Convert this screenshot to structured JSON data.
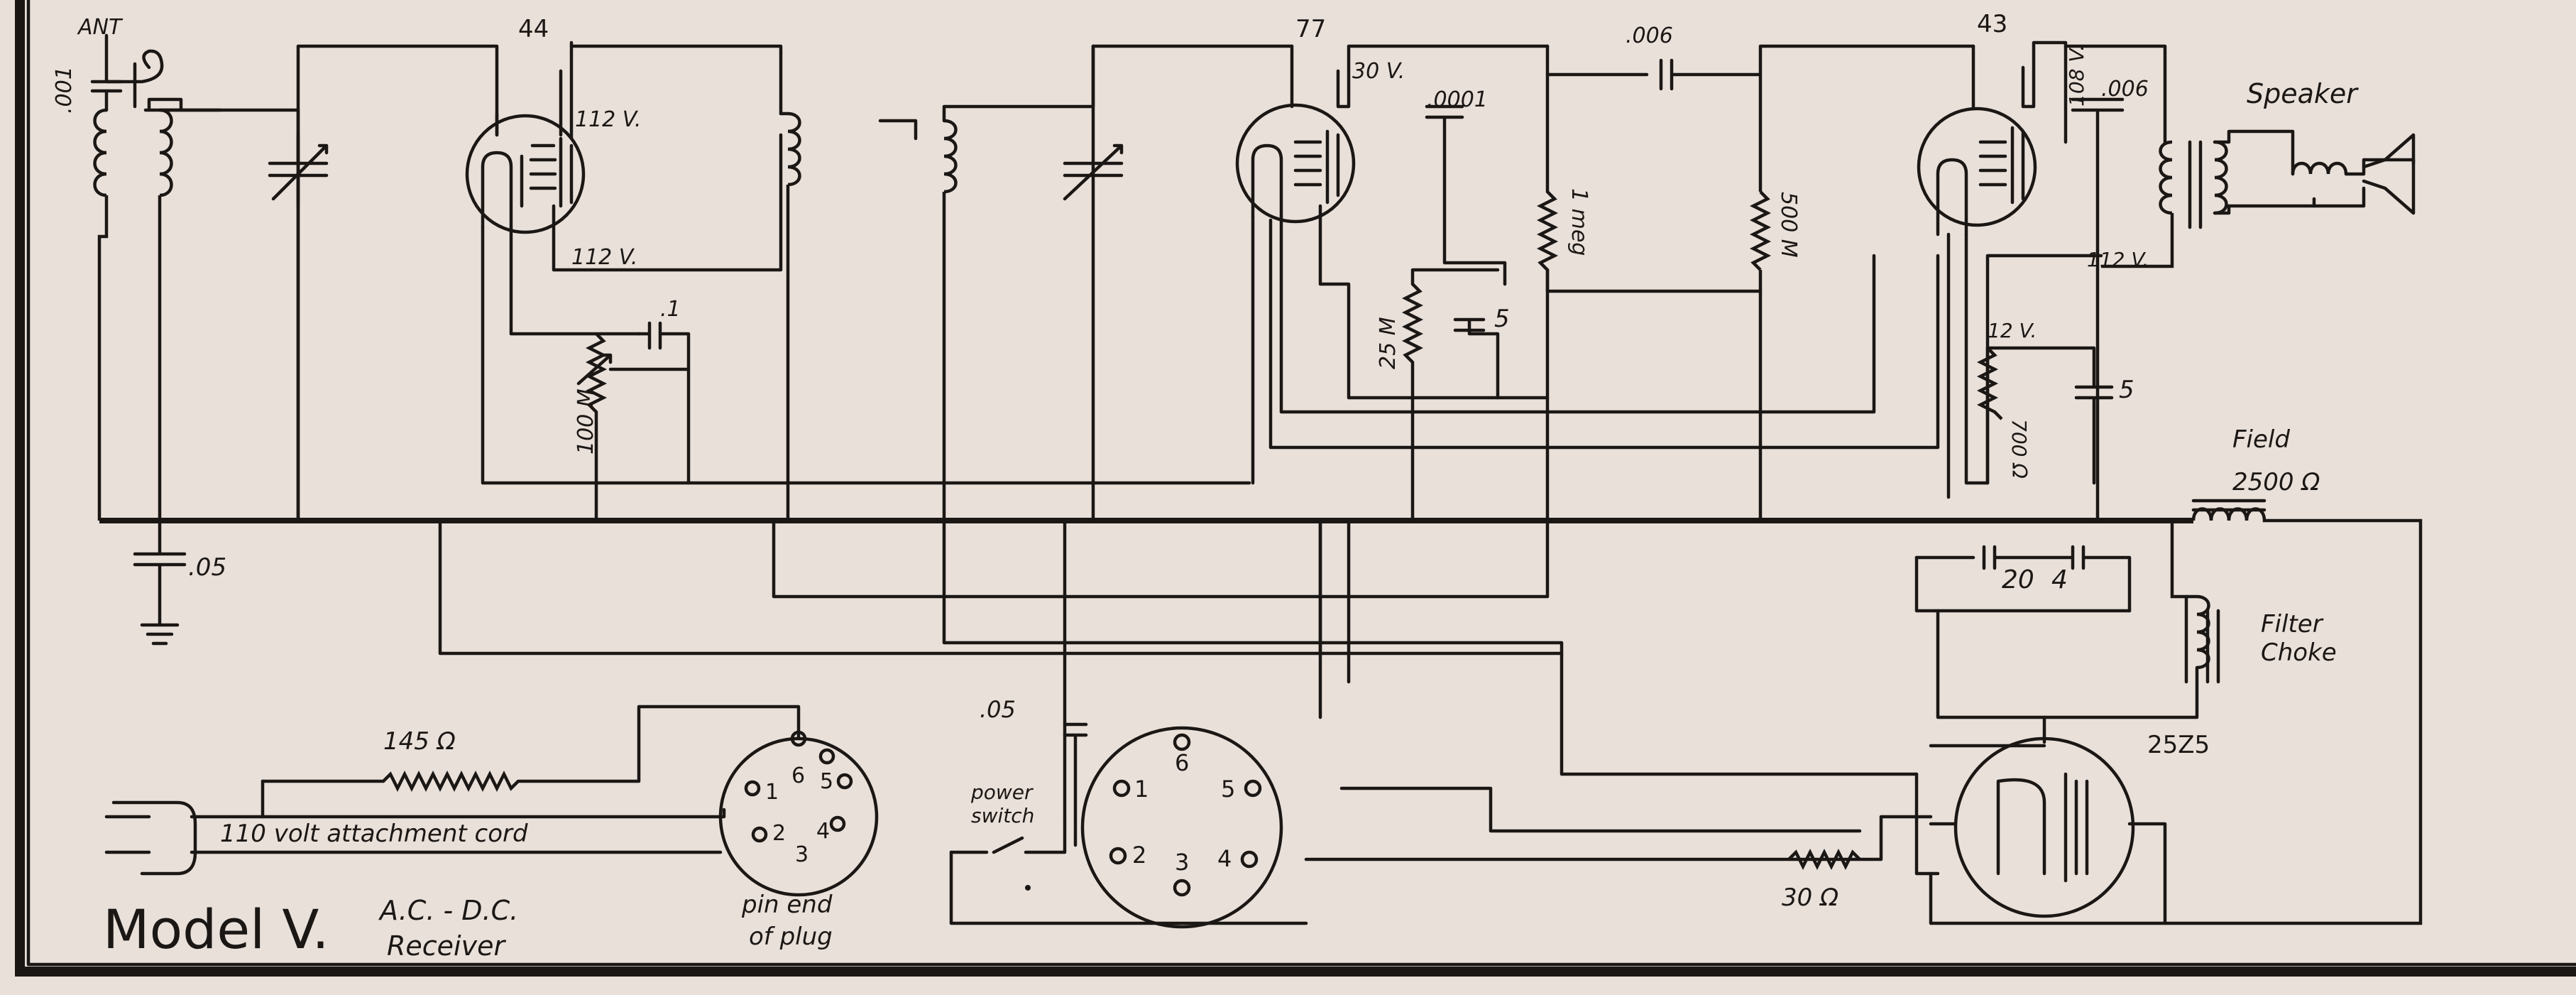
{
  "model": {
    "title": "Model V.",
    "line1": "A.C. - D.C.",
    "line2": "Receiver"
  },
  "tubes": {
    "t44": "44",
    "t77": "77",
    "t43": "43",
    "t25z5": "25Z5"
  },
  "labels": {
    "ant": "ANT",
    "ant_cap": ".001",
    "cap_005_left": ".05",
    "v112_top": "112 V.",
    "v112_mid": "112 V.",
    "r100m": "100 M",
    "cap_01": ".1",
    "v30": "30 V.",
    "cap_0001": ".0001",
    "cap_006_top": ".006",
    "r1meg": "1 meg",
    "r500m": "500 M",
    "r25m": "25 M",
    "cap_5_mid": "5",
    "v108": "108 V.",
    "cap_006_right": ".006",
    "speaker": "Speaker",
    "v112_right": "112 V.",
    "v12": "12 V.",
    "r700": "700 Ω",
    "cap_5_right": "5",
    "field": "Field",
    "field_ohm": "2500 Ω",
    "filter_20": "20",
    "filter_4": "4",
    "filter_choke_1": "Filter",
    "filter_choke_2": "Choke",
    "cap_005_bottom": ".05",
    "r145": "145 Ω",
    "cord": "110 volt attachment cord",
    "pin_end_1": "pin end",
    "pin_end_2": "of plug",
    "power_1": "power",
    "power_2": "switch",
    "r30": "30 Ω"
  },
  "plug_left_pins": [
    "1",
    "2",
    "3",
    "4",
    "5",
    "6"
  ],
  "socket_pins": [
    "1",
    "2",
    "3",
    "4",
    "5",
    "6"
  ]
}
